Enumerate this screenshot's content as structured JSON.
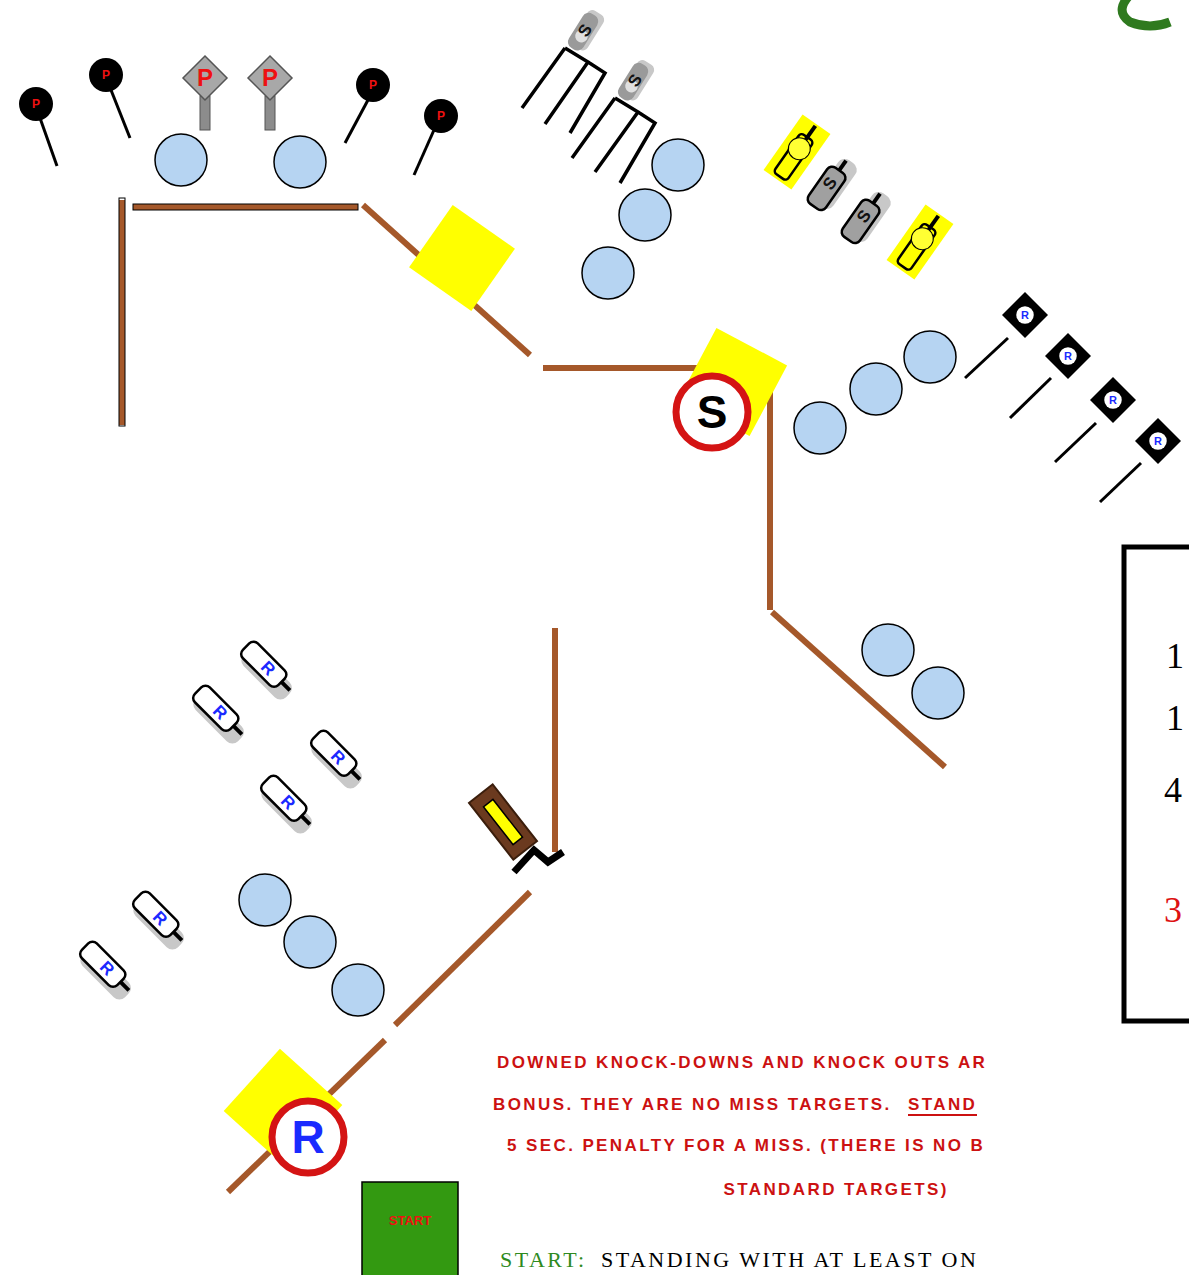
{
  "diagram": {
    "nodes": [
      {
        "text": [
          "P"
        ]
      },
      {
        "text": [
          "P"
        ]
      },
      {
        "text": [
          "P"
        ]
      },
      {
        "text": [
          "P"
        ]
      },
      {
        "text": [
          "P"
        ]
      },
      {
        "text": [
          "P"
        ]
      },
      {
        "text": [
          "S"
        ]
      },
      {
        "text": [
          "S"
        ]
      },
      {
        "text": [
          "S"
        ]
      },
      {
        "text": [
          "S"
        ]
      },
      {
        "text": [
          "R"
        ]
      },
      {
        "text": [
          "R"
        ]
      },
      {
        "text": [
          "R"
        ]
      },
      {
        "text": [
          "R"
        ]
      },
      {
        "text": [
          "S"
        ]
      },
      {
        "text": [
          "R"
        ]
      },
      {
        "text": [
          "R"
        ]
      },
      {
        "text": [
          "R"
        ]
      },
      {
        "text": [
          "R"
        ]
      },
      {
        "text": [
          "R"
        ]
      },
      {
        "text": [
          "R"
        ]
      },
      {
        "text": [
          "R"
        ]
      },
      {
        "text": [
          "START"
        ]
      }
    ],
    "labels": [
      "1",
      "1",
      "4",
      "3",
      "DOWNED KNOCK-DOWNS AND KNOCK OUTS AR",
      "BONUS. THEY ARE NO MISS TARGETS.",
      "STAND",
      "5 SEC. PENALTY FOR A MISS. (THERE IS NO B",
      "STANDARD TARGETS)",
      "START:",
      "STANDING WITH AT LEAST ON"
    ]
  }
}
